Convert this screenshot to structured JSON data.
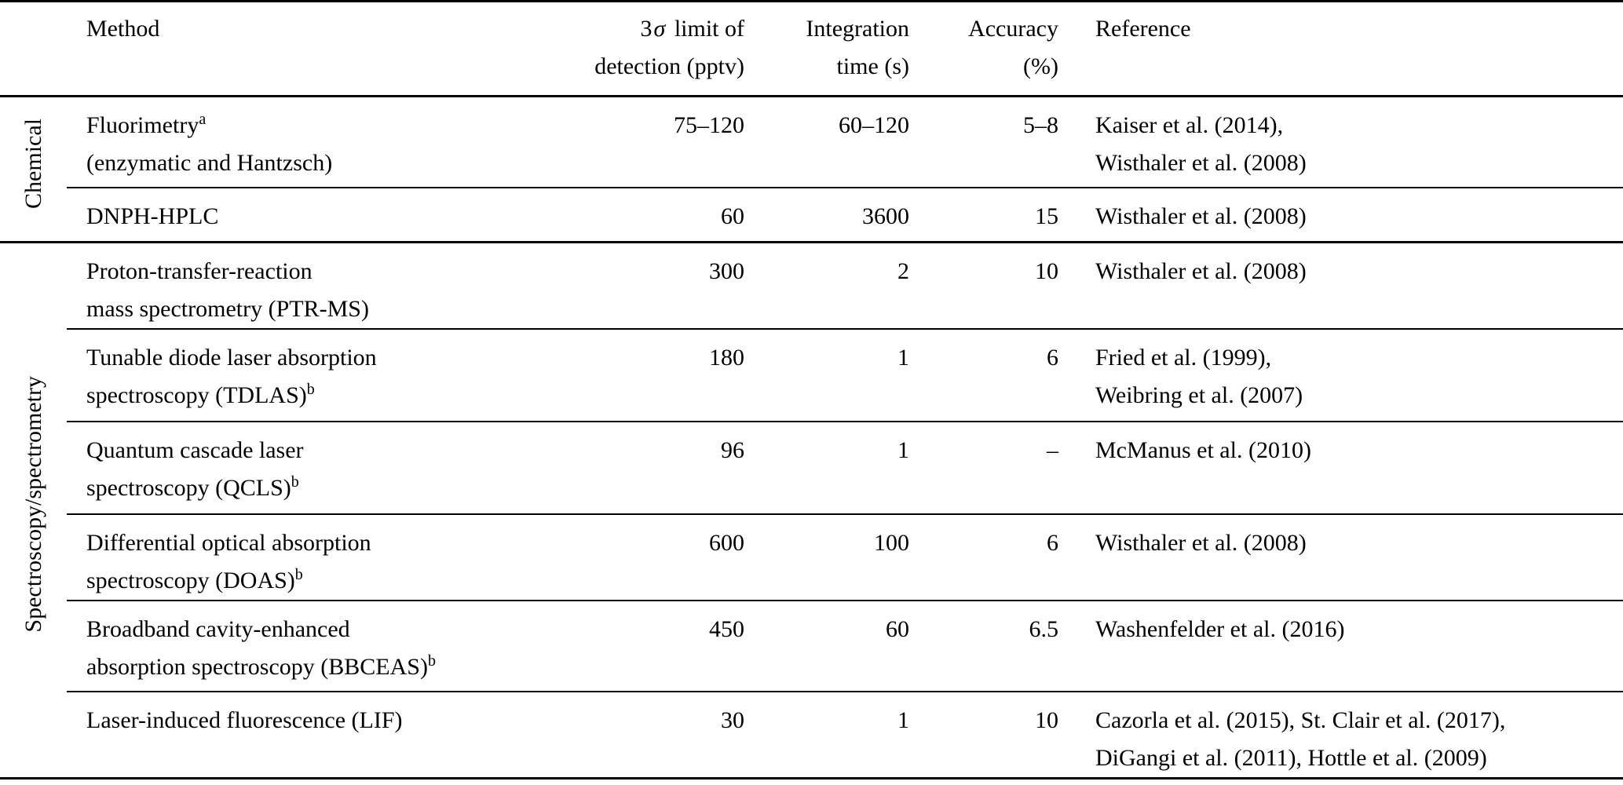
{
  "table": {
    "headers": {
      "method": "Method",
      "detection_pre": "3",
      "detection_sigma": "σ",
      "detection_post": " limit of",
      "detection_line2": "detection (pptv)",
      "integration_line1": "Integration",
      "integration_line2": "time (s)",
      "accuracy_line1": "Accuracy",
      "accuracy_line2": "(%)",
      "reference": "Reference"
    },
    "groups": [
      {
        "label": "Chemical"
      },
      {
        "label": "Spectroscopy/spectrometry"
      }
    ],
    "rows": [
      {
        "method_line1": "Fluorimetry",
        "method_line1_sup": "a",
        "method_line2": "(enzymatic and Hantzsch)",
        "detection": "75–120",
        "integration": "60–120",
        "accuracy": "5–8",
        "reference_line1": "Kaiser et al. (2014),",
        "reference_line2": "Wisthaler et al. (2008)"
      },
      {
        "method_line1": "DNPH-HPLC",
        "detection": "60",
        "integration": "3600",
        "accuracy": "15",
        "reference_line1": "Wisthaler et al. (2008)"
      },
      {
        "method_line1": "Proton-transfer-reaction",
        "method_line2": "mass spectrometry (PTR-MS)",
        "detection": "300",
        "integration": "2",
        "accuracy": "10",
        "reference_line1": "Wisthaler et al. (2008)"
      },
      {
        "method_line1": "Tunable diode laser absorption",
        "method_line2": "spectroscopy (TDLAS)",
        "method_line2_sup": "b",
        "detection": "180",
        "integration": "1",
        "accuracy": "6",
        "reference_line1": "Fried et al. (1999),",
        "reference_line2": "Weibring et al. (2007)"
      },
      {
        "method_line1": "Quantum cascade laser",
        "method_line2": "spectroscopy (QCLS)",
        "method_line2_sup": "b",
        "detection": "96",
        "integration": "1",
        "accuracy": "–",
        "reference_line1": "McManus et al. (2010)"
      },
      {
        "method_line1": "Differential optical absorption",
        "method_line2": "spectroscopy (DOAS)",
        "method_line2_sup": "b",
        "detection": "600",
        "integration": "100",
        "accuracy": "6",
        "reference_line1": "Wisthaler et al. (2008)"
      },
      {
        "method_line1": "Broadband cavity-enhanced",
        "method_line2": "absorption spectroscopy (BBCEAS)",
        "method_line2_sup": "b",
        "detection": "450",
        "integration": "60",
        "accuracy": "6.5",
        "reference_line1": "Washenfelder et al. (2016)"
      },
      {
        "method_line1": "Laser-induced fluorescence (LIF)",
        "detection": "30",
        "integration": "1",
        "accuracy": "10",
        "reference_line1": "Cazorla et al. (2015), St. Clair et al. (2017),",
        "reference_line2": "DiGangi et al. (2011), Hottle et al. (2009)"
      }
    ]
  }
}
